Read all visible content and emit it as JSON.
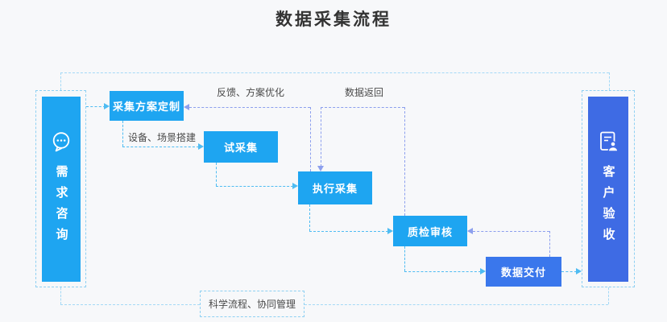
{
  "title": "数据采集流程",
  "left_panel": {
    "label": "需求咨询",
    "icon": "chat-dots-icon"
  },
  "right_panel": {
    "label": "客户验收",
    "icon": "document-user-icon"
  },
  "steps": [
    {
      "label": "采集方案定制"
    },
    {
      "label": "试采集"
    },
    {
      "label": "执行采集"
    },
    {
      "label": "质检审核"
    },
    {
      "label": "数据交付"
    }
  ],
  "edge_labels": {
    "feedback": "反馈、方案优化",
    "data_return": "数据返回",
    "setup": "设备、场景搭建",
    "management": "科学流程、协同管理"
  },
  "colors": {
    "step_blue": "#1ea5f1",
    "deliver_blue": "#3a77ec",
    "client_blue": "#3e6be4",
    "connector_blue": "#4fbcf2",
    "connector_purple": "#8c9fee",
    "loop_blue": "#a4d9f6",
    "panel_dash": "#8fd0f2",
    "background": "#f7f8fa",
    "label_text": "#4a4a4a",
    "title_text": "#333333"
  }
}
